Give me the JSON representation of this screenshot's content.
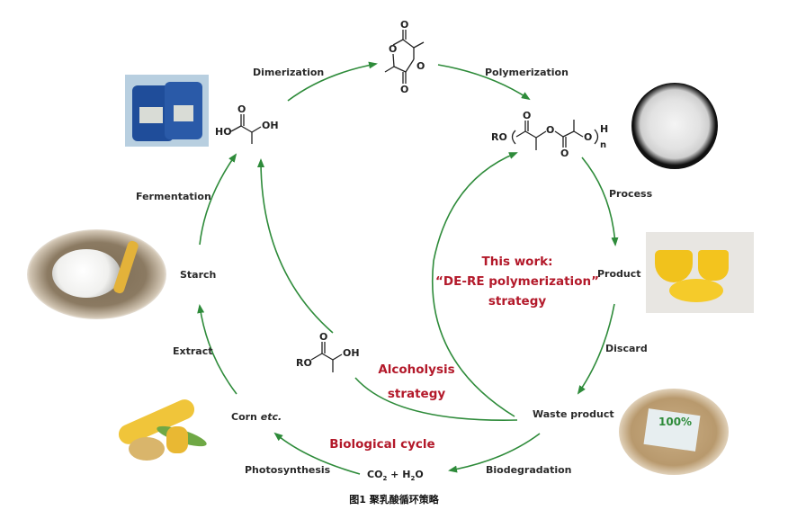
{
  "colors": {
    "arrow": "#2e8b3a",
    "highlight_text": "#b3192a",
    "label_text": "#2a2a2a"
  },
  "labels": {
    "dimerization": "Dimerization",
    "polymerization": "Polymerization",
    "process": "Process",
    "product": "Product",
    "discard": "Discard",
    "waste_product": "Waste product",
    "biodegradation": "Biodegradation",
    "photosynthesis": "Photosynthesis",
    "corn": "Corn",
    "corn_etc": "etc.",
    "extract": "Extract",
    "starch": "Starch",
    "fermentation": "Fermentation"
  },
  "chemicals": {
    "lactic_acid": {
      "ho": "HO",
      "oh": "OH",
      "o": "O"
    },
    "lactide": {
      "o": "O"
    },
    "pla": {
      "ro": "RO",
      "o": "O",
      "h": "H",
      "n": "n"
    },
    "lactate_ester": {
      "ro": "RO",
      "oh": "OH",
      "o": "O"
    },
    "co2_h2o": {
      "co": "CO",
      "sub2": "2",
      "plus": "+",
      "h": "H",
      "o": "O"
    }
  },
  "highlights": {
    "this_work_line1": "This work:",
    "this_work_line2": "“DE-RE polymerization”",
    "this_work_line3": "strategy",
    "alcoholysis_line1": "Alcoholysis",
    "alcoholysis_line2": "strategy",
    "biological_cycle": "Biological cycle"
  },
  "images": {
    "lactic_acid_drums": "blue-chemical-drums",
    "pla_pellets": "white-pla-pellets",
    "yellow_tableware": "yellow-tableware",
    "biodegradable_bag": "biodegradable-bag-in-soil",
    "starch_bowl": "starch-bowl",
    "corn_potato": "corn-and-potato",
    "bag_text": "100%"
  },
  "caption": "图1 聚乳酸循环策略"
}
